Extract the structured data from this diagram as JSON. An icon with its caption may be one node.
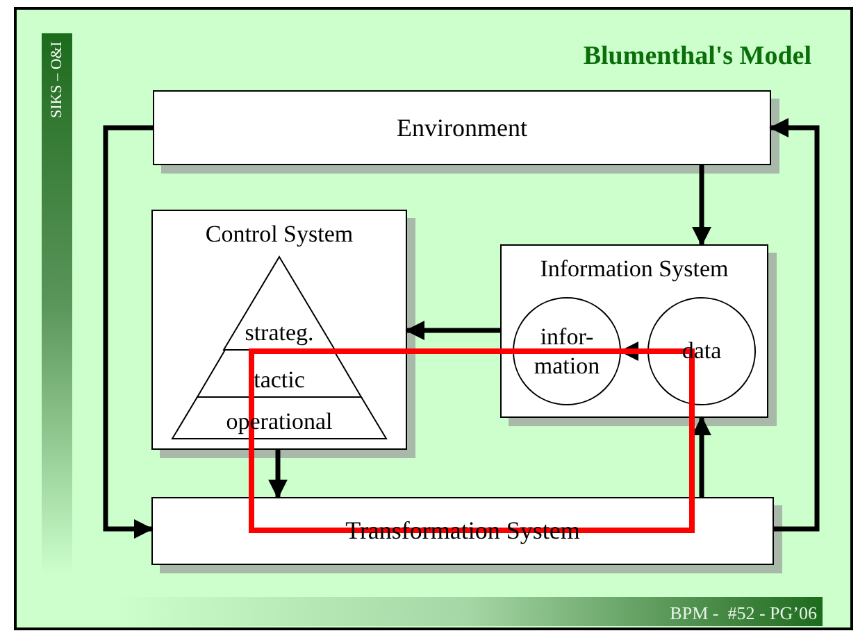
{
  "diagram": {
    "title": "Blumenthal's Model",
    "nodes": [
      {
        "text": [
          "Environment"
        ]
      },
      {
        "text": [
          "Control System"
        ]
      },
      {
        "text": [
          "strateg."
        ],
        "in": 1
      },
      {
        "text": [
          "tactic"
        ],
        "in": 1
      },
      {
        "text": [
          "operational"
        ],
        "in": 1
      },
      {
        "text": [
          "Information System"
        ]
      },
      {
        "text": [
          "infor- mation"
        ],
        "in": 5
      },
      {
        "text": [
          "data"
        ],
        "in": 5
      },
      {
        "text": [
          "Transformation System"
        ]
      }
    ],
    "edges": [
      {
        "from": 0,
        "to": 8,
        "arrow": "to"
      },
      {
        "from": 8,
        "to": 0,
        "arrow": "to"
      },
      {
        "from": 0,
        "to": 5,
        "arrow": "to"
      },
      {
        "from": 5,
        "to": 1,
        "arrow": "to"
      },
      {
        "from": 7,
        "to": 6,
        "arrow": "to"
      },
      {
        "from": 1,
        "to": 8,
        "arrow": "to"
      },
      {
        "from": 8,
        "to": 5,
        "arrow": "to"
      }
    ],
    "labels": [
      "SIKS – O&I",
      "BPM -  #52 - PG’06"
    ]
  }
}
